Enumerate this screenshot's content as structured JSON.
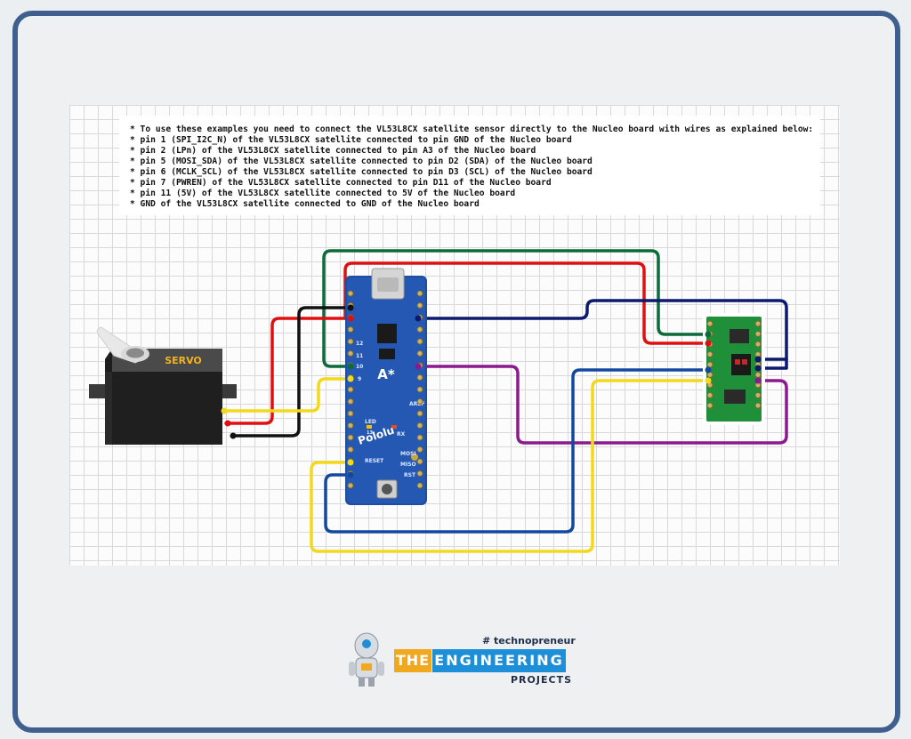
{
  "note": {
    "lines": [
      "* To use these examples you need to connect the VL53L8CX satellite sensor directly to the Nucleo board with wires as explained below:",
      "* pin 1 (SPI_I2C_N) of the VL53L8CX satellite connected to pin GND of the Nucleo board",
      "* pin 2 (LPn) of the VL53L8CX satellite connected to pin A3 of the Nucleo board",
      "* pin 5 (MOSI_SDA) of the VL53L8CX satellite connected to pin D2 (SDA) of the Nucleo board",
      "* pin 6 (MCLK_SCL) of the VL53L8CX satellite connected to pin D3 (SCL) of the Nucleo board",
      "* pin 7 (PWREN) of the VL53L8CX satellite connected to pin D11 of the Nucleo board",
      "* pin 11 (5V) of the VL53L8CX satellite connected to 5V of the Nucleo board",
      "* GND of the VL53L8CX satellite connected to GND of the Nucleo board"
    ]
  },
  "servo": {
    "label": "SERVO"
  },
  "board": {
    "brand": "Pololu",
    "model": "A*",
    "labels": {
      "aref": "AREF",
      "led": "LED",
      "led13": "13",
      "rx": "RX",
      "mosi": "MOSI",
      "miso": "MISO",
      "rst": "RST",
      "reset": "RESET",
      "left_pins": [
        "12",
        "11",
        "10",
        "9"
      ]
    }
  },
  "logo": {
    "hashtag": "# technopreneur",
    "the": "THE",
    "engineering": "ENGINEERING",
    "projects": "PROJECTS"
  },
  "colors": {
    "frame": "#3f5f8e",
    "wire_green": "#0b6b3a",
    "wire_red": "#e01010",
    "wire_black": "#111111",
    "wire_navy": "#0c1a6e",
    "wire_purple": "#8b1a8e",
    "wire_blue": "#1249a0",
    "wire_yellow": "#f4d91a",
    "board_blue": "#1f4ea0",
    "sensor_green": "#1f8f3a"
  }
}
